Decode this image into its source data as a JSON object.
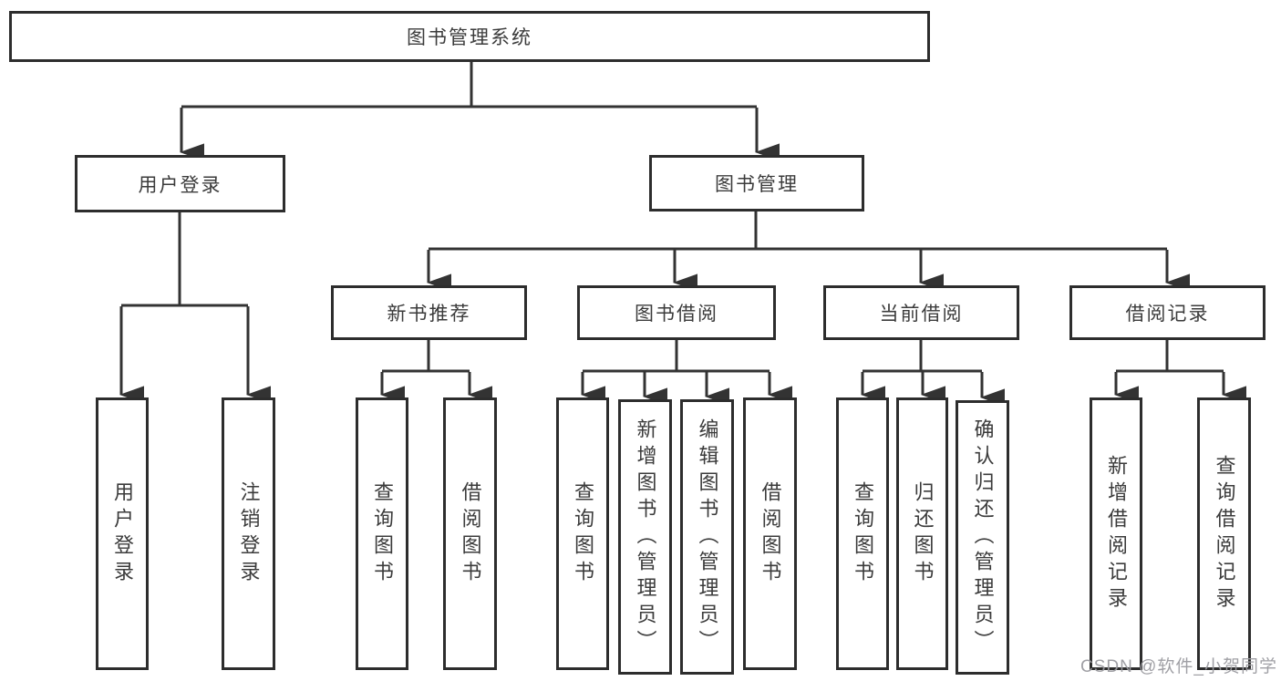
{
  "colors": {
    "background": "#ffffff",
    "line": "#333333",
    "box_border": "#2d2d2d",
    "text": "#3b3b3b",
    "watermark": "#9b9ba0"
  },
  "diagram": {
    "title": "图书管理系统",
    "watermark": "CSDN @软件_小贺同学",
    "nodes": {
      "root": {
        "label": "图书管理系统"
      },
      "user_login": {
        "label": "用户登录"
      },
      "book_mgmt": {
        "label": "图书管理"
      },
      "new_book_rec": {
        "label": "新书推荐"
      },
      "book_borrow": {
        "label": "图书借阅"
      },
      "current_borrow": {
        "label": "当前借阅"
      },
      "borrow_records": {
        "label": "借阅记录"
      },
      "leaf_user_login": {
        "label": "用户登录"
      },
      "leaf_logout": {
        "label": "注销登录"
      },
      "leaf_query_books_1": {
        "label": "查询图书"
      },
      "leaf_borrow_books_1": {
        "label": "借阅图书"
      },
      "leaf_query_books_2": {
        "label": "查询图书"
      },
      "leaf_add_book": {
        "label": "新增图书（管理员）"
      },
      "leaf_edit_book": {
        "label": "编辑图书（管理员）"
      },
      "leaf_borrow_books_2": {
        "label": "借阅图书"
      },
      "leaf_query_books_3": {
        "label": "查询图书"
      },
      "leaf_return_book": {
        "label": "归还图书"
      },
      "leaf_confirm_return": {
        "label": "确认归还（管理员）"
      },
      "leaf_add_record": {
        "label": "新增借阅记录"
      },
      "leaf_query_record": {
        "label": "查询借阅记录"
      }
    },
    "structure": {
      "root": [
        "user_login",
        "book_mgmt"
      ],
      "user_login": [
        "leaf_user_login",
        "leaf_logout"
      ],
      "book_mgmt": [
        "new_book_rec",
        "book_borrow",
        "current_borrow",
        "borrow_records"
      ],
      "new_book_rec": [
        "leaf_query_books_1",
        "leaf_borrow_books_1"
      ],
      "book_borrow": [
        "leaf_query_books_2",
        "leaf_add_book",
        "leaf_edit_book",
        "leaf_borrow_books_2"
      ],
      "current_borrow": [
        "leaf_query_books_3",
        "leaf_return_book",
        "leaf_confirm_return"
      ],
      "borrow_records": [
        "leaf_add_record",
        "leaf_query_record"
      ]
    }
  }
}
